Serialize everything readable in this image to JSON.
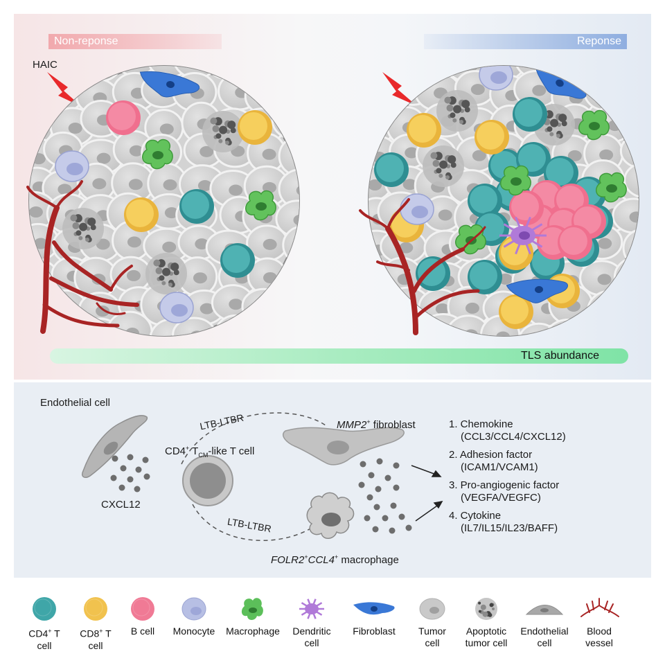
{
  "top": {
    "banner_left": "Non-reponse",
    "banner_right": "Reponse",
    "haic": "HAIC",
    "tls": "TLS abundance"
  },
  "mid": {
    "endothelial": "Endothelial cell",
    "cxcl12": "CXCL12",
    "ltb_top": "LTB-LTBR",
    "ltb_bottom": "LTB-LTBR",
    "cd4_label": {
      "pre": "CD4",
      "sup": "+",
      "t": " T",
      "sub": "CM",
      "post": "-like T cell"
    },
    "mmp2_label": {
      "gene": "MMP2",
      "sup": "+",
      "post": " fibroblast"
    },
    "folr2_label": {
      "gene1": "FOLR2",
      "sup1": "+",
      "gene2": "CCL4",
      "sup2": "+",
      "post": " macrophage"
    },
    "factors": [
      {
        "title": "1. Chemokine",
        "detail": "(CCL3/CCL4/CXCL12)"
      },
      {
        "title": "2. Adhesion factor",
        "detail": "(ICAM1/VCAM1)"
      },
      {
        "title": "3. Pro-angiogenic factor",
        "detail": "(VEGFA/VEGFC)"
      },
      {
        "title": "4. Cytokine",
        "detail": "(IL7/IL15/IL23/BAFF)"
      }
    ]
  },
  "legend": [
    {
      "l1": "CD4",
      "sup": "+",
      "l1b": " T",
      "l2": "cell",
      "icon": "cd4-t-cell-icon",
      "color": "#3fa6a8"
    },
    {
      "l1": "CD8",
      "sup": "+",
      "l1b": " T",
      "l2": "cell",
      "icon": "cd8-t-cell-icon",
      "color": "#f1c24e"
    },
    {
      "l1": "B cell",
      "sup": "",
      "l1b": "",
      "l2": "",
      "icon": "b-cell-icon",
      "color": "#f07a95"
    },
    {
      "l1": "Monocyte",
      "sup": "",
      "l1b": "",
      "l2": "",
      "icon": "monocyte-icon",
      "color": "#b7bfe4"
    },
    {
      "l1": "Macrophage",
      "sup": "",
      "l1b": "",
      "l2": "",
      "icon": "macrophage-icon",
      "color": "#5cbf5a"
    },
    {
      "l1": "Dendritic",
      "sup": "",
      "l1b": "",
      "l2": "cell",
      "icon": "dendritic-cell-icon",
      "color": "#b07ad8"
    },
    {
      "l1": "Fibroblast",
      "sup": "",
      "l1b": "",
      "l2": "",
      "icon": "fibroblast-icon",
      "color": "#3a78d6"
    },
    {
      "l1": "Tumor",
      "sup": "",
      "l1b": "",
      "l2": "cell",
      "icon": "tumor-cell-icon",
      "color": "#c9c9c9"
    },
    {
      "l1": "Apoptotic",
      "sup": "",
      "l1b": "",
      "l2": "tumor cell",
      "icon": "apoptotic-tumor-cell-icon",
      "color": "#8a8a8a"
    },
    {
      "l1": "Endothelial",
      "sup": "",
      "l1b": "",
      "l2": "cell",
      "icon": "endothelial-cell-icon",
      "color": "#a8a8a8"
    },
    {
      "l1": "Blood",
      "sup": "",
      "l1b": "",
      "l2": "vessel",
      "icon": "blood-vessel-icon",
      "color": "#a82424"
    }
  ]
}
